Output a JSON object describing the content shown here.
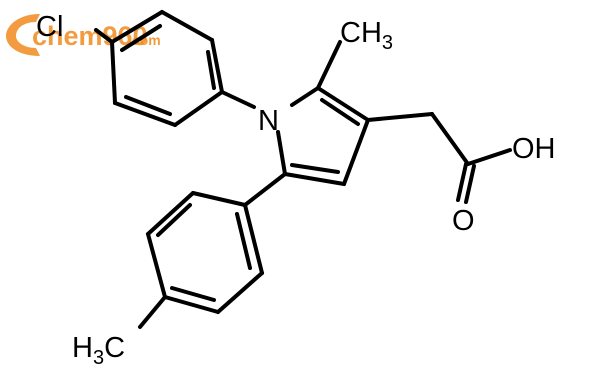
{
  "structure": {
    "atoms": {
      "chloro": "Cl",
      "nitrogen": "N",
      "hydroxyl": "OH",
      "carbonyl_oxygen": "O",
      "methyl_top": {
        "main": "CH",
        "sub": "3"
      },
      "methyl_bottom": {
        "main": "H",
        "sub": "3",
        "tail": "C"
      }
    }
  },
  "watermark": {
    "text_main": "chem960",
    "text_suffix": ".com",
    "color": "#f08a1e"
  }
}
